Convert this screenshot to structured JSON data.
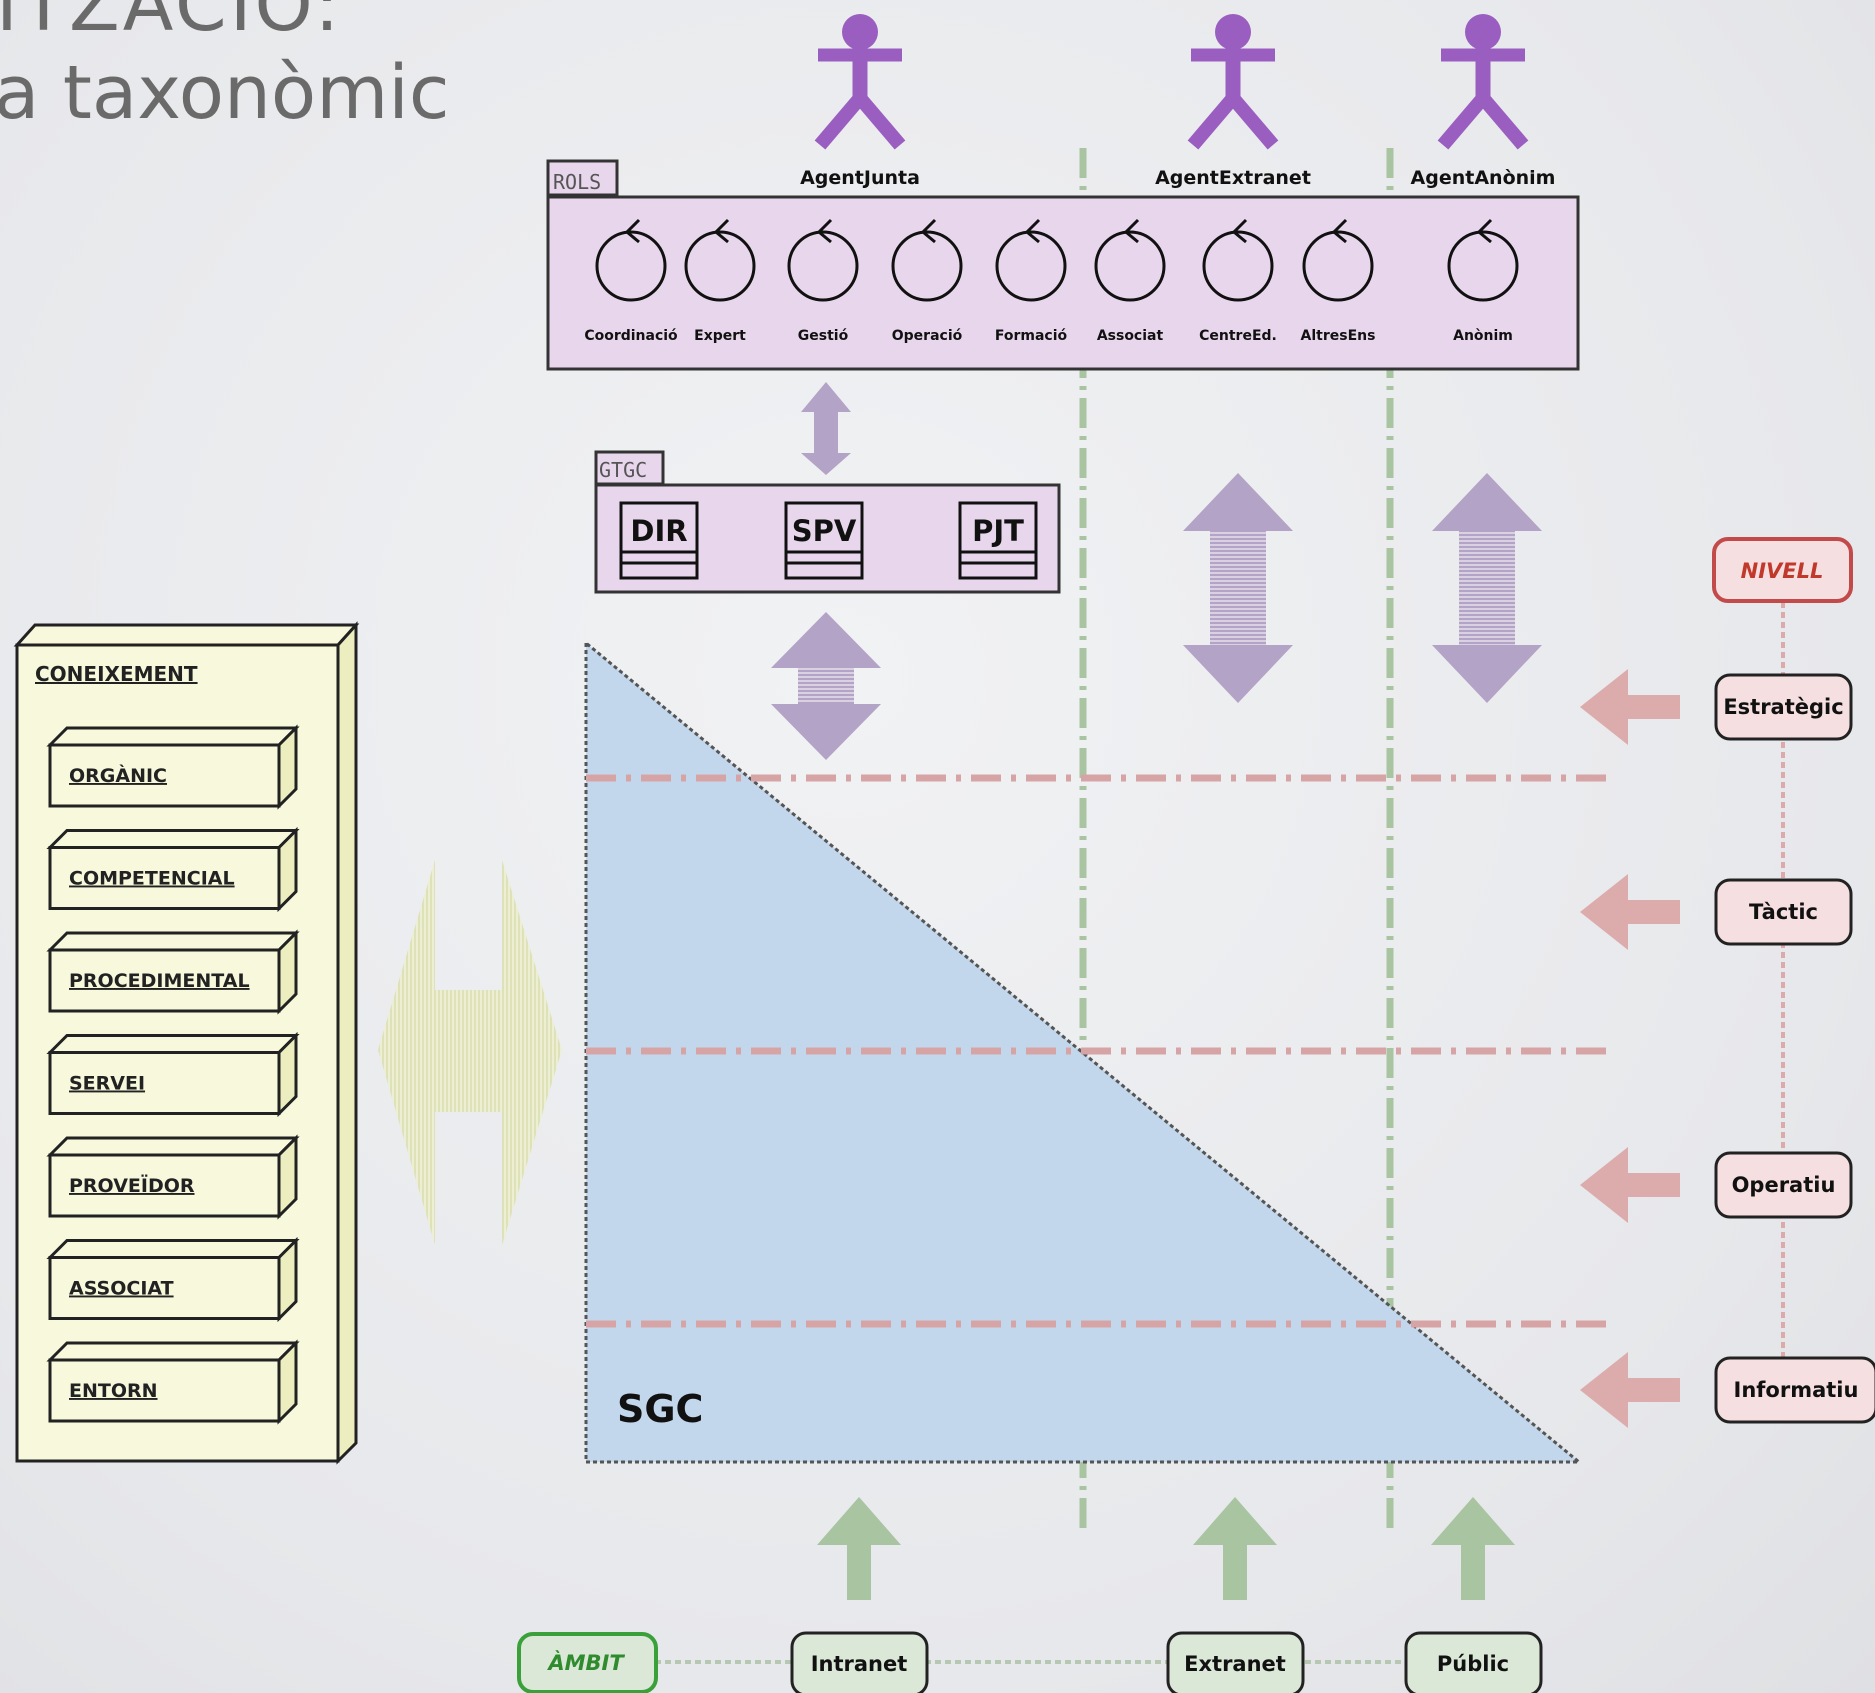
{
  "slide": {
    "title": "ITZACIÓ:",
    "subtitle": "a taxonòmic"
  },
  "rols": {
    "tab": "ROLS",
    "agents": [
      "AgentJunta",
      "AgentExtranet",
      "AgentAnònim"
    ],
    "roles": [
      "Coordinació",
      "Expert",
      "Gestió",
      "Operació",
      "Formació",
      "Associat",
      "CentreEd.",
      "AltresEns",
      "Anònim"
    ]
  },
  "gtgc": {
    "tab": "GTGC",
    "units": [
      "DIR",
      "SPV",
      "PJT"
    ]
  },
  "coneixement": {
    "title": "CONEIXEMENT",
    "items": [
      "ORGÀNIC",
      "COMPETENCIAL",
      "PROCEDIMENTAL",
      "SERVEI",
      "PROVEÏDOR",
      "ASSOCIAT",
      "ENTORN"
    ]
  },
  "sgc": {
    "label": "SGC"
  },
  "nivell": {
    "header": "NIVELL",
    "levels": [
      "Estratègic",
      "Tàctic",
      "Operatiu",
      "Informatiu"
    ]
  },
  "ambit": {
    "header": "ÀMBIT",
    "scopes": [
      "Intranet",
      "Extranet",
      "Públic"
    ]
  },
  "colors": {
    "actor": "#9a5ec0",
    "package": "#e8d7ec",
    "knowledge": "#f7f8dc",
    "triangle": "#c3d7ec",
    "nivell_border": "#c24a4a",
    "level_fill": "#f6dfe0",
    "ambit_border": "#3aa03a",
    "scope_fill": "#dbe7d7",
    "arrow_purple": "#b3a3c6",
    "arrow_green": "#a8c4a0",
    "arrow_red": "#dcacac",
    "arrow_yellow": "#dfe2b8"
  }
}
